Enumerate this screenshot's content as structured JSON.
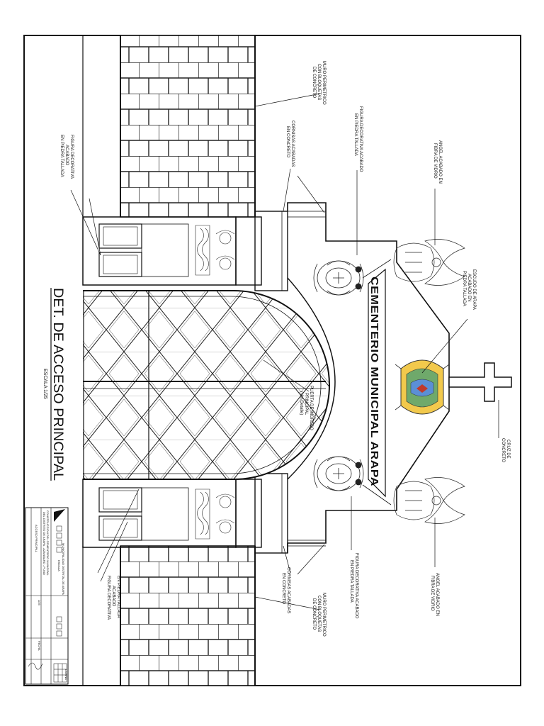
{
  "drawing": {
    "title": "DET. DE ACCESO PRINCIPAL",
    "scale": "ESCALA 1/25",
    "sign_text": "CEMENTERIO MUNICIPAL ARAPA"
  },
  "annotations": {
    "muro_top_left": [
      "MURO PERIMETRICO",
      "CON BLOQUETAS",
      "DE CONCRETO"
    ],
    "muro_top_right": [
      "MURO PERIMETRICO",
      "CON BLOQUETAS",
      "DE CONCRETO"
    ],
    "cornisas_left": [
      "CORNISAS ACABADAS",
      "EN CONCRETO"
    ],
    "cornisas_right": [
      "CORNISAS ACABADAS",
      "EN CONCRETO"
    ],
    "figura_left": [
      "FIGURA DECORATIVA ACABADO",
      "EN PIEDRA TALLADA"
    ],
    "figura_right": [
      "FIGURA DECORATIVA ACABADO",
      "EN PIEDRA TALLADA"
    ],
    "figura_bottom_left": [
      "FIGURA DECORATIVA",
      "ACABADO",
      "EN PIEDRA TALLADA"
    ],
    "figura_bottom_right": [
      "FIGURA DECORATIVA",
      "ACABADO",
      "EN PIEDRA TALLADA"
    ],
    "angel_left": [
      "ANGEL ACABADO EN",
      "FIBRA DE VIDRIO"
    ],
    "angel_right": [
      "ANGEL ACABADO EN",
      "FIBRA DE VIDRIO"
    ],
    "escudo": [
      "ESCUDO DE ARAPA",
      "ACABADO EN",
      "PIEDRA TALLADA"
    ],
    "cruz": [
      "CRUZ DE",
      "CONCRETO"
    ],
    "puerta": [
      "PUERTA DE INGRESO",
      "PRINCIPAL",
      "(Ver Detalle)"
    ]
  },
  "title_block": {
    "entity": "MUNICIPALIDAD DISTRITAL DE ARAPA",
    "project": "CONSTRUCCION DEL CEMENTERIO MUNICIPAL",
    "district": "DEL DISTRITO DE ARAPA - AZANGARO - PUNO",
    "sheet_title": "ACCESO PRINCIPAL",
    "scale_label": "ESCALA",
    "scale_value": "1/25",
    "sheet_label": "LAMINA",
    "date_label": "FECHA"
  }
}
